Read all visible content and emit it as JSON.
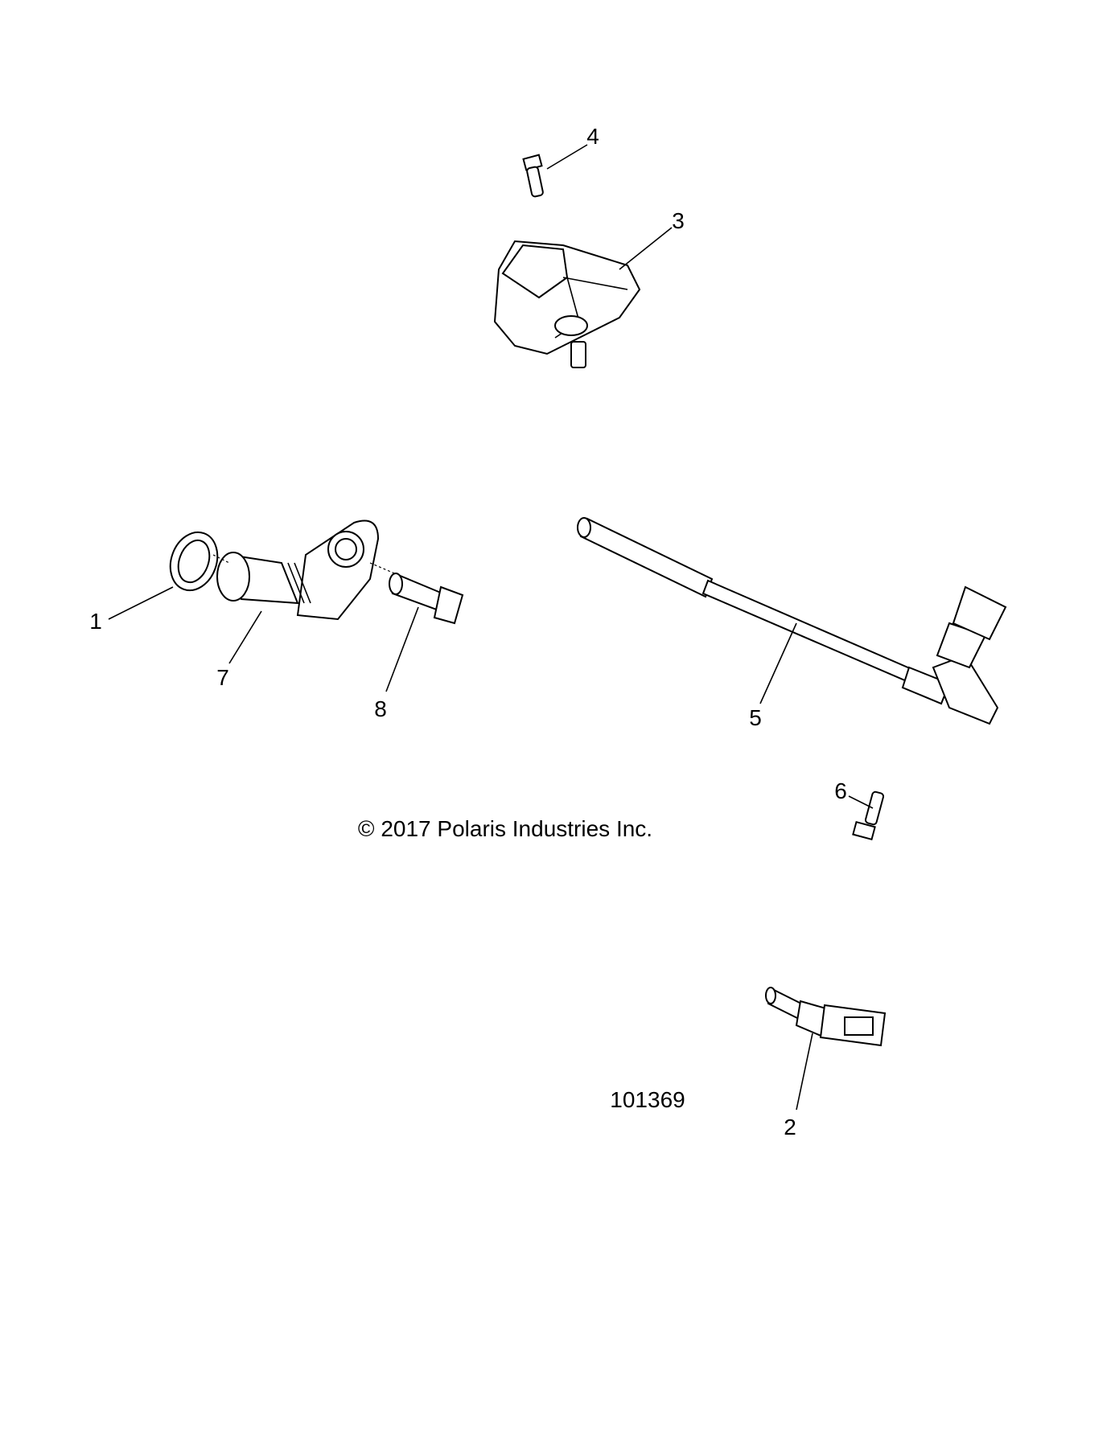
{
  "callouts": [
    "1",
    "2",
    "3",
    "4",
    "5",
    "6",
    "7",
    "8"
  ],
  "copyright": "© 2017 Polaris Industries Inc.",
  "figure_number": "101369"
}
